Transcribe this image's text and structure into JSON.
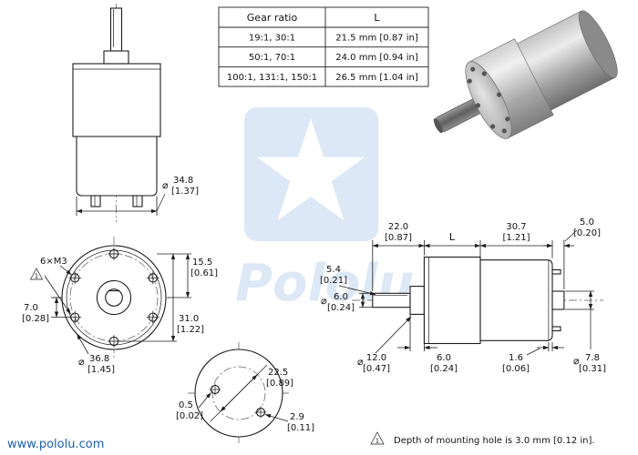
{
  "branding": {
    "url": "www.pololu.com",
    "watermark": "Pololu"
  },
  "colors": {
    "link_blue": "#1b5fae",
    "watermark_blue": "#dce8f5",
    "line": "#1c1c1c"
  },
  "note": {
    "marker": "1",
    "text": "Depth of mounting hole is 3.0 mm [0.12 in]."
  },
  "table": {
    "header_gear": "Gear ratio",
    "header_l": "L",
    "rows": [
      {
        "gear": "19:1, 30:1",
        "l": "21.5 mm [0.87 in]"
      },
      {
        "gear": "50:1, 70:1",
        "l": "24.0 mm [0.94 in]"
      },
      {
        "gear": "100:1, 131:1, 150:1",
        "l": "26.5 mm [1.04 in]"
      }
    ]
  },
  "dims": {
    "motor_diameter": {
      "sym": "⌀",
      "mm": "34.8",
      "in": "[1.37]"
    },
    "mount_holes": {
      "label": "6×M3",
      "marker": "1"
    },
    "hole_radius": {
      "mm": "15.5",
      "in": "[0.61]"
    },
    "hole_offset": {
      "mm": "7.0",
      "in": "[0.28]"
    },
    "bolt_circle": {
      "mm": "31.0",
      "in": "[1.22]"
    },
    "face_diameter": {
      "sym": "⌀",
      "mm": "36.8",
      "in": "[1.45]"
    },
    "rear_bolt_circle": {
      "mm": "22.5",
      "in": "[0.89]"
    },
    "rear_offset": {
      "mm": "0.5",
      "in": "[0.02]"
    },
    "rear_hole": {
      "mm": "2.9",
      "in": "[0.11]"
    },
    "shaft_length": {
      "mm": "22.0",
      "in": "[0.87]"
    },
    "gearbox_length": {
      "label": "L"
    },
    "motor_length": {
      "mm": "30.7",
      "in": "[1.21]"
    },
    "cap_length": {
      "mm": "5.0",
      "in": "[0.20]"
    },
    "shaft_flat": {
      "mm": "5.4",
      "in": "[0.21]"
    },
    "shaft_diameter": {
      "sym": "⌀",
      "mm": "6.0",
      "in": "[0.24]"
    },
    "boss_diameter": {
      "sym": "⌀",
      "mm": "12.0",
      "in": "[0.47]"
    },
    "boss_length": {
      "mm": "6.0",
      "in": "[0.24]"
    },
    "cap_lip": {
      "mm": "1.6",
      "in": "[0.06]"
    },
    "bushing_diameter": {
      "sym": "⌀",
      "mm": "7.8",
      "in": "[0.31]"
    }
  }
}
